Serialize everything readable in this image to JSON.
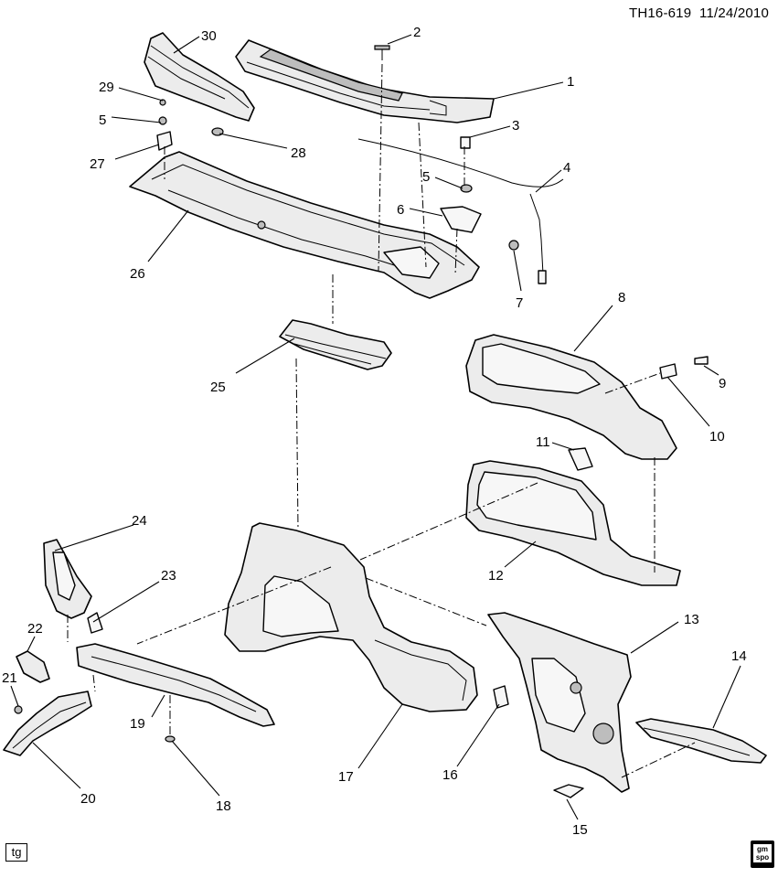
{
  "header": {
    "drawing_number": "TH16-619",
    "date": "11/24/2010"
  },
  "footer": {
    "tag_label": "tg",
    "logo": {
      "line1": "gm",
      "line2": "spo",
      "icon": "gm-spo-logo-icon"
    }
  },
  "callouts": [
    "1",
    "2",
    "3",
    "4",
    "5",
    "5",
    "6",
    "7",
    "8",
    "9",
    "10",
    "11",
    "12",
    "13",
    "14",
    "15",
    "16",
    "17",
    "18",
    "19",
    "20",
    "21",
    "22",
    "23",
    "24",
    "25",
    "26",
    "27",
    "28",
    "29",
    "30"
  ]
}
